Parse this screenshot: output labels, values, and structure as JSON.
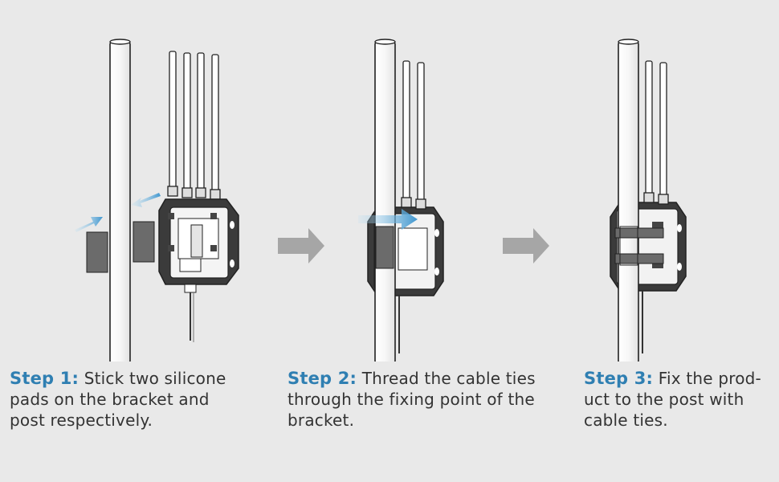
{
  "steps": [
    {
      "label": "Step 1:",
      "lines": [
        "Stick two silicone",
        "pads on the bracket and",
        "post respectively."
      ]
    },
    {
      "label": "Step 2:",
      "lines": [
        "Thread the cable ties",
        "through the fixing point of the",
        "bracket."
      ]
    },
    {
      "label": "Step 3:",
      "lines": [
        "Fix the prod-",
        "uct to the post with",
        "cable ties."
      ]
    }
  ],
  "colors": {
    "background": "#e9e9e9",
    "step_label": "#2f7fb2",
    "text": "#333333",
    "arrow": "#a6a6a6",
    "motion_arrow": "#5aa9d6",
    "pad": "#6b6b6b",
    "line_art": "#222222"
  },
  "icons": [
    "pole",
    "antenna",
    "router-device",
    "silicone-pad",
    "cable-tie",
    "next-arrow",
    "motion-arrow"
  ]
}
